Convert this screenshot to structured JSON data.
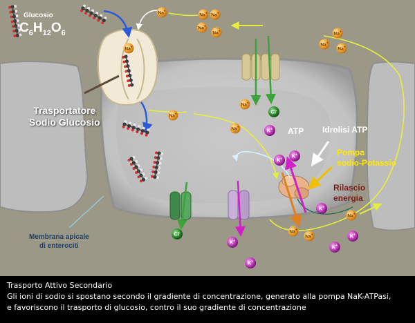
{
  "formula": {
    "name": "Glucosio",
    "main": "C",
    "sub1": "6",
    "h": "H",
    "sub2": "12",
    "o": "O",
    "sub3": "6"
  },
  "labels": {
    "transporter": [
      "Trasportatore",
      "Sodio Glucosio"
    ],
    "atp": "ATP",
    "hydrolysis": "Idrolisi ATP",
    "pump": [
      "Pompa",
      "sodio-Potassio"
    ],
    "release": [
      "Rilascio",
      "energia"
    ],
    "membrane": [
      "Membrana apicale",
      "di  enterociti"
    ]
  },
  "ions": {
    "na": "Na+",
    "k": "K+",
    "cl": "Cl-"
  },
  "caption": {
    "title": "Trasporto Attivo Secondario",
    "line1": "Gli ioni di sodio si spostano secondo il gradiente di concentrazione, generato alla pompa  NaK-ATPasi,",
    "line2": "e  favoriscono il trasporto di glucosio, contro il suo gradiente di concentrazione"
  },
  "colors": {
    "background": "#9c9887",
    "cell": "#c7c7c7",
    "sodium": "#f0a030",
    "potassium": "#c03ab8",
    "chloride": "#2e8b2e",
    "flow_line": "#e6f03c",
    "pump_label": "#ffe800",
    "release_label": "#7a1c14",
    "membrane_label": "#1b3f6a"
  }
}
